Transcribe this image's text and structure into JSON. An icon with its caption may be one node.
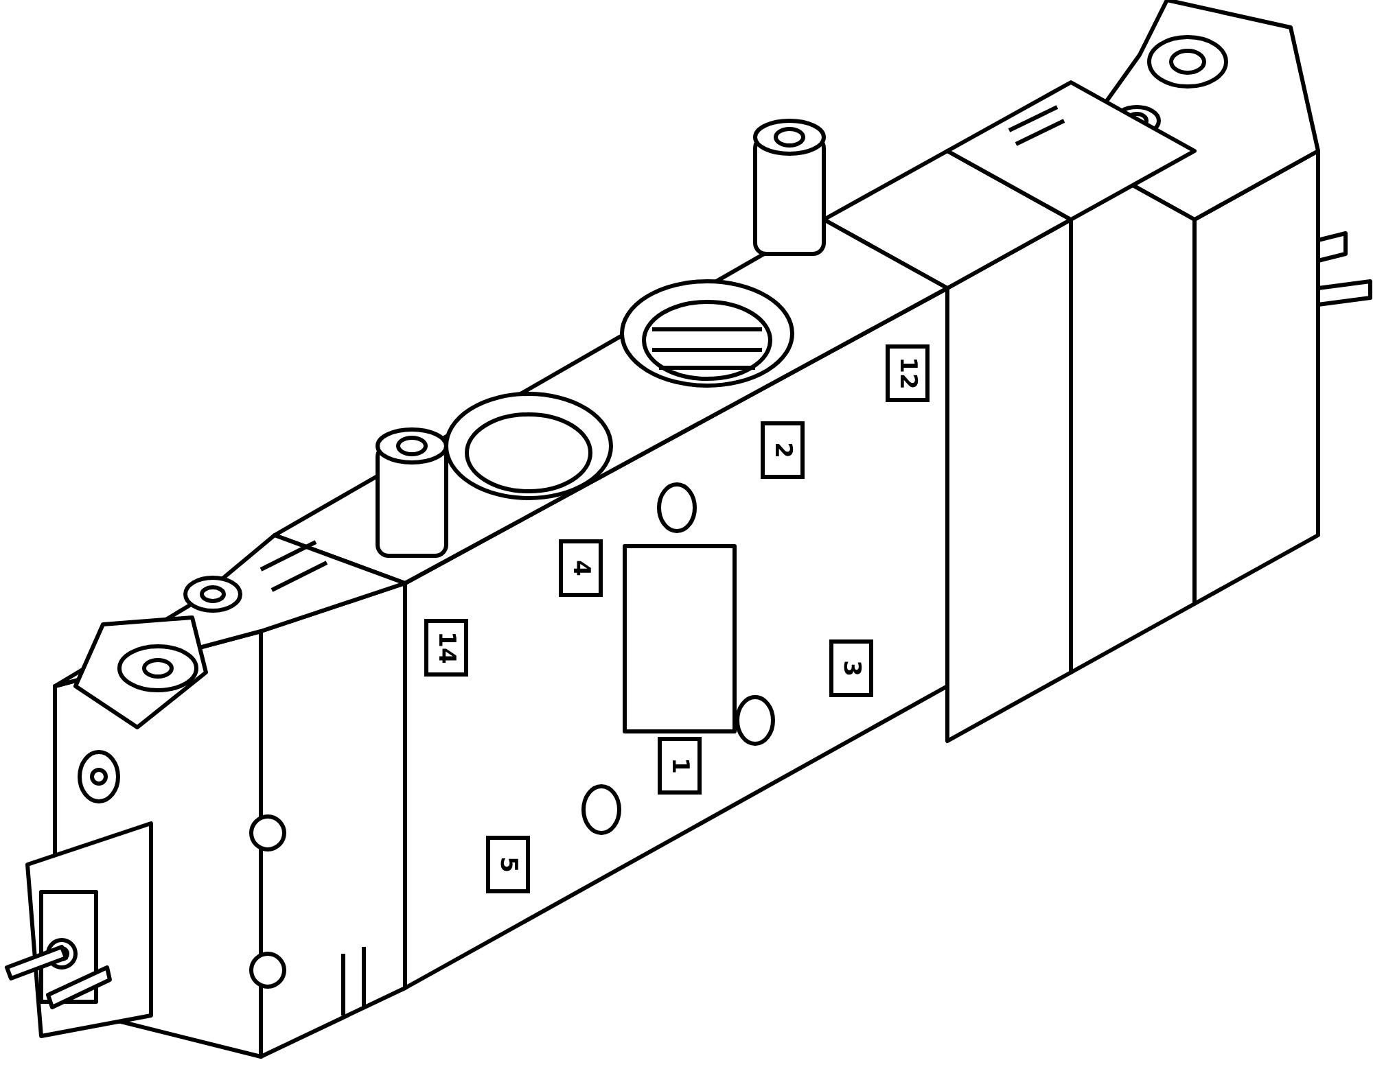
{
  "diagram": {
    "labels": [
      "12",
      "2",
      "4",
      "14",
      "3",
      "1",
      "5"
    ]
  }
}
